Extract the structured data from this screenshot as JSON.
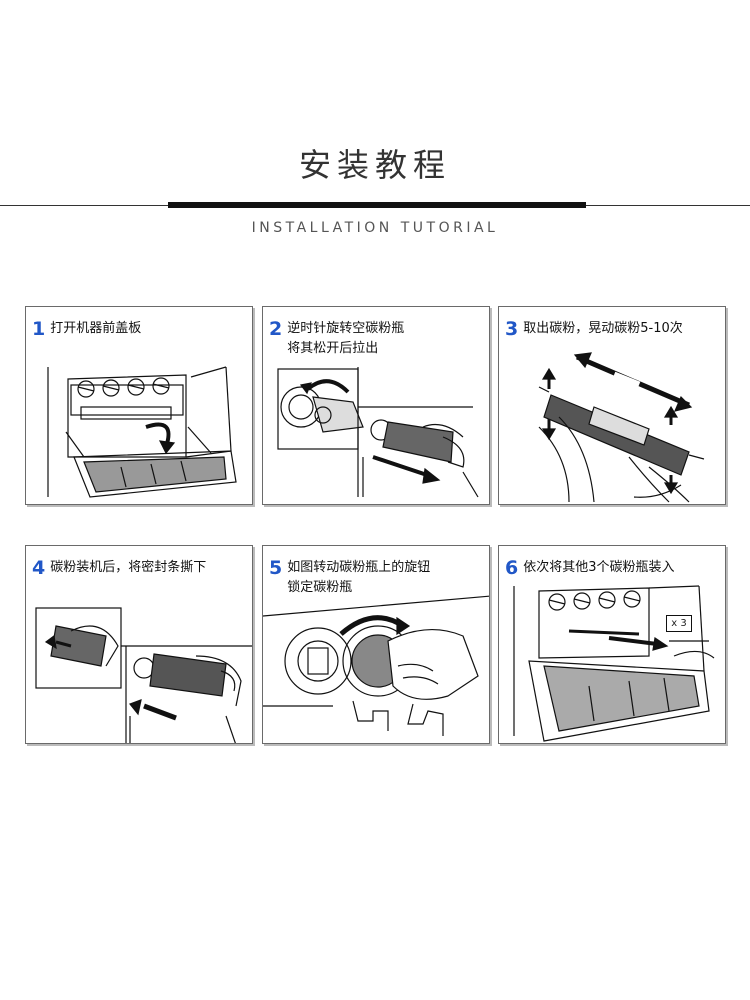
{
  "header": {
    "title": "安装教程",
    "subtitle": "INSTALLATION TUTORIAL"
  },
  "colors": {
    "step_number": "#2157c7",
    "border": "#6a6a6a",
    "line": "#111111"
  },
  "steps": [
    {
      "number": "1",
      "lines": [
        "打开机器前盖板"
      ],
      "icon": "open-front-cover"
    },
    {
      "number": "2",
      "lines": [
        "逆时针旋转空碳粉瓶",
        "将其松开后拉出"
      ],
      "icon": "rotate-remove-bottle"
    },
    {
      "number": "3",
      "lines": [
        "取出碳粉，晃动碳粉5-10次"
      ],
      "icon": "shake-toner"
    },
    {
      "number": "4",
      "lines": [
        "碳粉装机后，将密封条撕下"
      ],
      "icon": "insert-remove-seal"
    },
    {
      "number": "5",
      "lines": [
        "如图转动碳粉瓶上的旋钮",
        "锁定碳粉瓶"
      ],
      "icon": "lock-knob"
    },
    {
      "number": "6",
      "lines": [
        "依次将其他3个碳粉瓶装入"
      ],
      "icon": "install-remaining",
      "badge": "x 3"
    }
  ]
}
